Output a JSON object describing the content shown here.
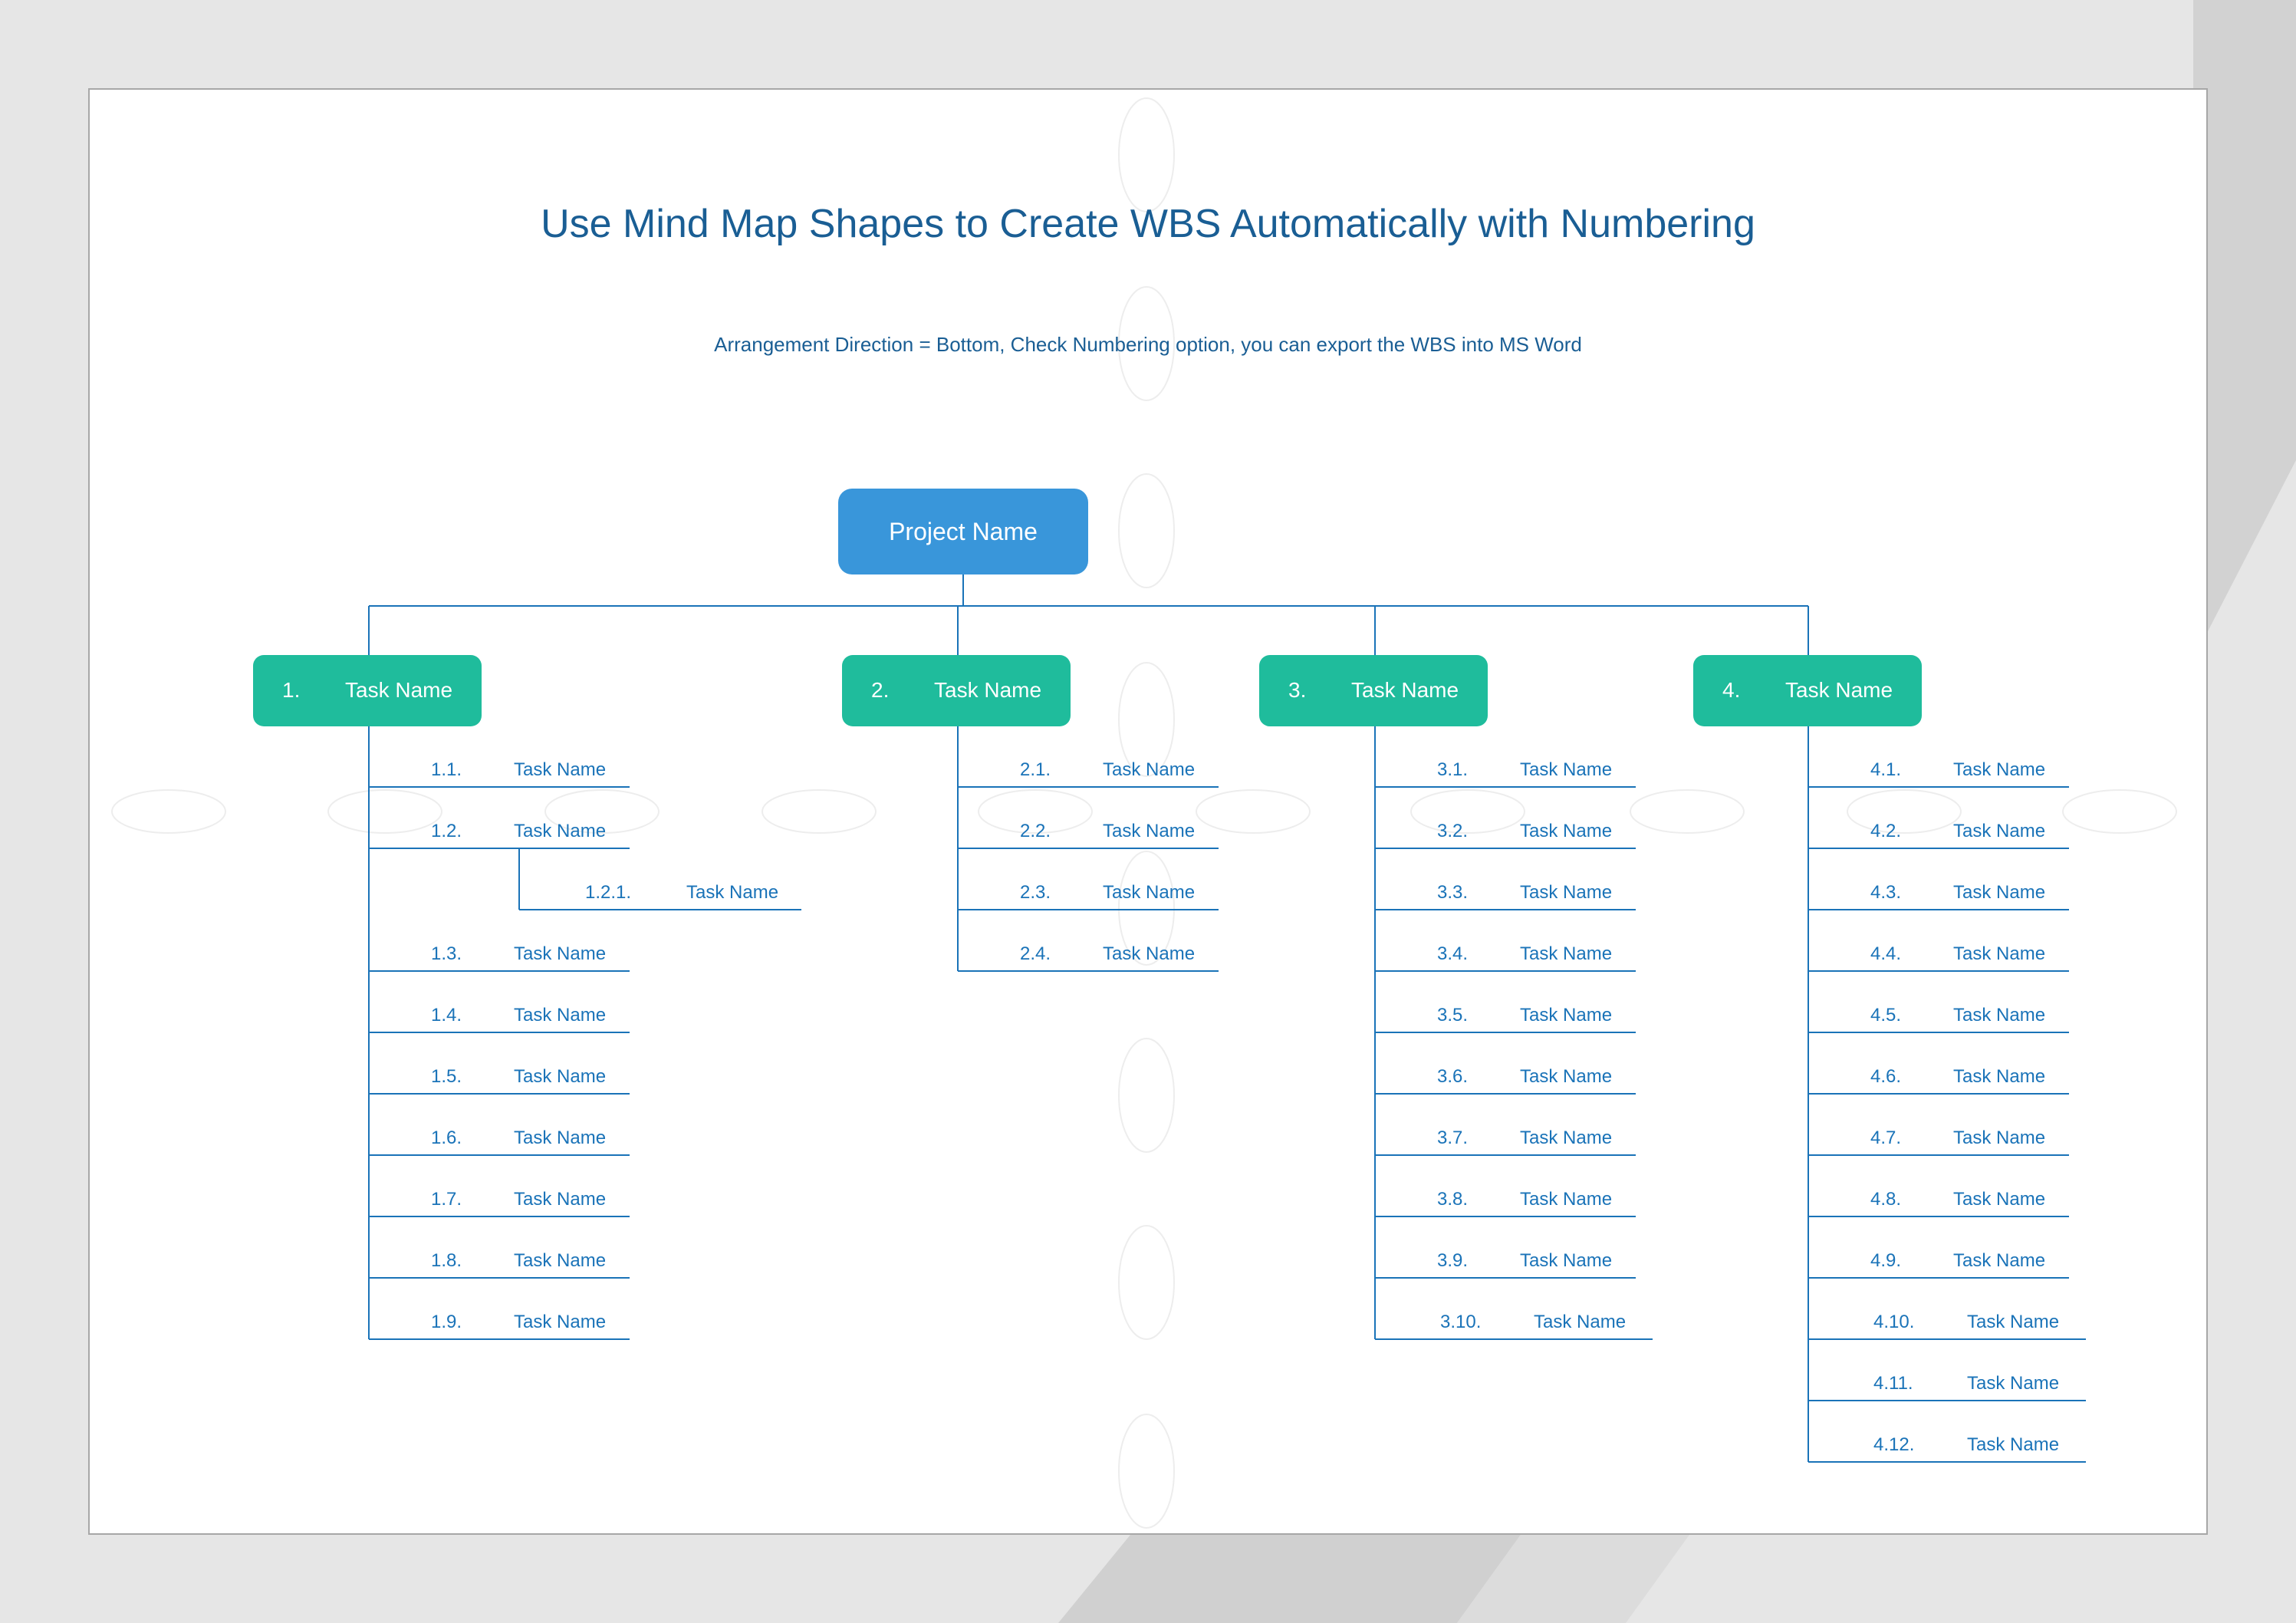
{
  "title": "Use Mind Map Shapes to Create WBS Automatically with Numbering",
  "subtitle": "Arrangement Direction = Bottom, Check Numbering option, you can export the WBS into MS Word",
  "root": {
    "label": "Project Name"
  },
  "branches": [
    {
      "number": "1.",
      "label": "Task Name",
      "children": [
        {
          "number": "1.1.",
          "label": "Task Name"
        },
        {
          "number": "1.2.",
          "label": "Task Name",
          "children": [
            {
              "number": "1.2.1.",
              "label": "Task Name"
            }
          ]
        },
        {
          "number": "1.3.",
          "label": "Task Name"
        },
        {
          "number": "1.4.",
          "label": "Task Name"
        },
        {
          "number": "1.5.",
          "label": "Task Name"
        },
        {
          "number": "1.6.",
          "label": "Task Name"
        },
        {
          "number": "1.7.",
          "label": "Task Name"
        },
        {
          "number": "1.8.",
          "label": "Task Name"
        },
        {
          "number": "1.9.",
          "label": "Task Name"
        }
      ]
    },
    {
      "number": "2.",
      "label": "Task Name",
      "children": [
        {
          "number": "2.1.",
          "label": "Task Name"
        },
        {
          "number": "2.2.",
          "label": "Task Name"
        },
        {
          "number": "2.3.",
          "label": "Task Name"
        },
        {
          "number": "2.4.",
          "label": "Task Name"
        }
      ]
    },
    {
      "number": "3.",
      "label": "Task Name",
      "children": [
        {
          "number": "3.1.",
          "label": "Task Name"
        },
        {
          "number": "3.2.",
          "label": "Task Name"
        },
        {
          "number": "3.3.",
          "label": "Task Name"
        },
        {
          "number": "3.4.",
          "label": "Task Name"
        },
        {
          "number": "3.5.",
          "label": "Task Name"
        },
        {
          "number": "3.6.",
          "label": "Task Name"
        },
        {
          "number": "3.7.",
          "label": "Task Name"
        },
        {
          "number": "3.8.",
          "label": "Task Name"
        },
        {
          "number": "3.9.",
          "label": "Task Name"
        },
        {
          "number": "3.10.",
          "label": "Task Name"
        }
      ]
    },
    {
      "number": "4.",
      "label": "Task Name",
      "children": [
        {
          "number": "4.1.",
          "label": "Task Name"
        },
        {
          "number": "4.2.",
          "label": "Task Name"
        },
        {
          "number": "4.3.",
          "label": "Task Name"
        },
        {
          "number": "4.4.",
          "label": "Task Name"
        },
        {
          "number": "4.5.",
          "label": "Task Name"
        },
        {
          "number": "4.6.",
          "label": "Task Name"
        },
        {
          "number": "4.7.",
          "label": "Task Name"
        },
        {
          "number": "4.8.",
          "label": "Task Name"
        },
        {
          "number": "4.9.",
          "label": "Task Name"
        },
        {
          "number": "4.10.",
          "label": "Task Name"
        },
        {
          "number": "4.11.",
          "label": "Task Name"
        },
        {
          "number": "4.12.",
          "label": "Task Name"
        }
      ]
    }
  ],
  "colors": {
    "title": "#1a5e94",
    "root_fill": "#3996da",
    "branch_fill": "#1fbc9c",
    "connector": "#1a73b8",
    "node_text": "#1a73b8"
  }
}
